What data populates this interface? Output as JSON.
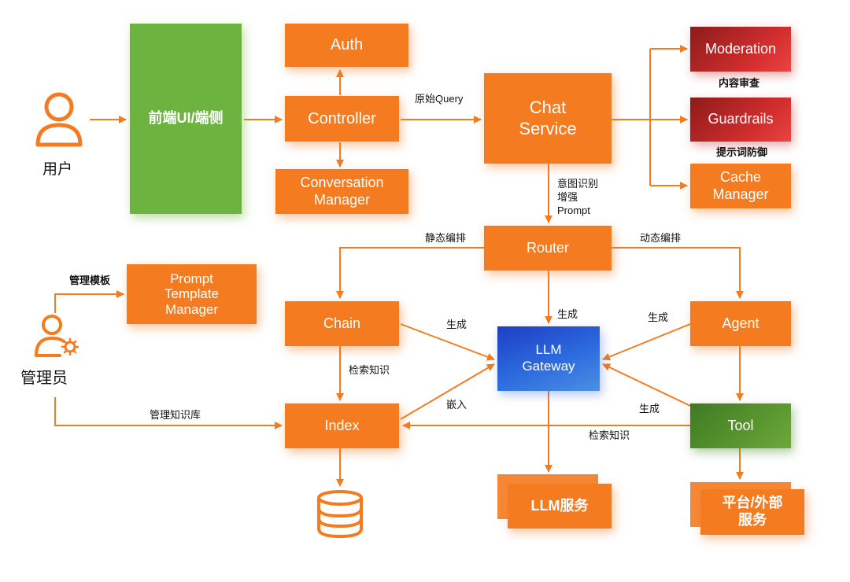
{
  "colors": {
    "accent_orange": "#F47B20",
    "frontend_green": "#6DB33F",
    "tool_green": "#4E8A2C",
    "alert_red": "#C62828",
    "gateway_blue": "#2563EB",
    "text_dark": "#111111"
  },
  "icons": {
    "user": "user-icon",
    "admin": "admin-icon",
    "database": "database-icon"
  },
  "actors": {
    "user": "用户",
    "admin": "管理员"
  },
  "nodes": {
    "frontend": "前端UI/端侧",
    "auth": "Auth",
    "controller": "Controller",
    "conversation_manager": "Conversation\nManager",
    "chat_service": "Chat\nService",
    "moderation": "Moderation",
    "guardrails": "Guardrails",
    "cache_manager": "Cache\nManager",
    "router": "Router",
    "prompt_template_manager": "Prompt\nTemplate\nManager",
    "chain": "Chain",
    "agent": "Agent",
    "llm_gateway": "LLM\nGateway",
    "index": "Index",
    "tool": "Tool",
    "llm_service": "LLM服务",
    "platform_service": "平台/外部\n服务"
  },
  "captions": {
    "content_review": "内容审查",
    "prompt_defense": "提示词防御"
  },
  "edge_labels": {
    "raw_query": "原始Query",
    "intent": "意图识别\n增强\nPrompt",
    "static_orchestration": "静态编排",
    "dynamic_orchestration": "动态编排",
    "router_generate": "生成",
    "chain_generate": "生成",
    "agent_generate": "生成",
    "manage_template": "管理模板",
    "chain_retrieve": "检索知识",
    "embed": "嵌入",
    "tool_generate": "生成",
    "manage_kb": "管理知识库",
    "tool_retrieve": "检索知识"
  }
}
